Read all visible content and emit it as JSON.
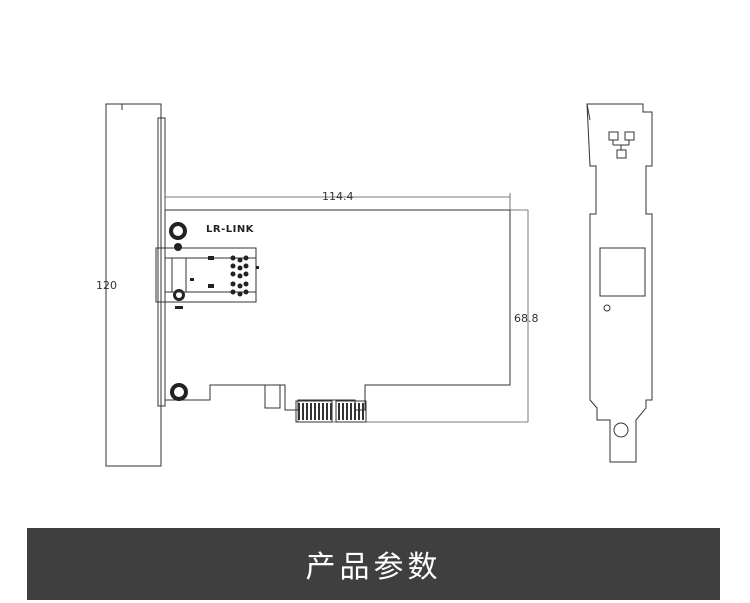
{
  "drawing": {
    "dimensions": {
      "width": "114.4",
      "height": "68.8",
      "bracket_height": "120"
    },
    "logo": "LR-LINK",
    "icons": [
      "network-icon"
    ]
  },
  "banner": {
    "title": "产品参数"
  }
}
